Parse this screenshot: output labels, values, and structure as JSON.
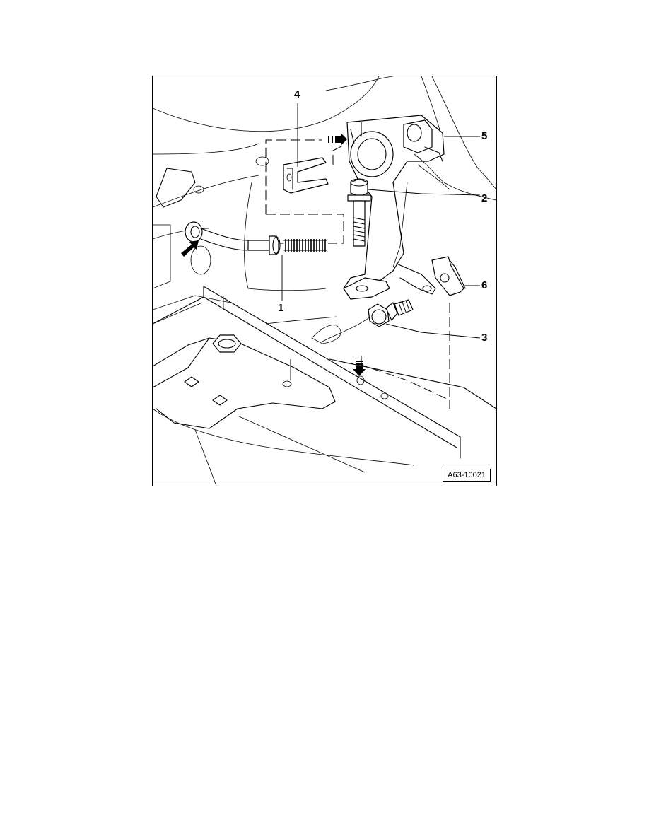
{
  "figure": {
    "code": "A63-10021",
    "callouts": [
      "1",
      "2",
      "3",
      "4",
      "5",
      "6"
    ]
  },
  "colors": {
    "line": "#000000",
    "background": "#ffffff"
  },
  "icons": [
    "arrow-icon",
    "double-bar-arrow-icon"
  ]
}
